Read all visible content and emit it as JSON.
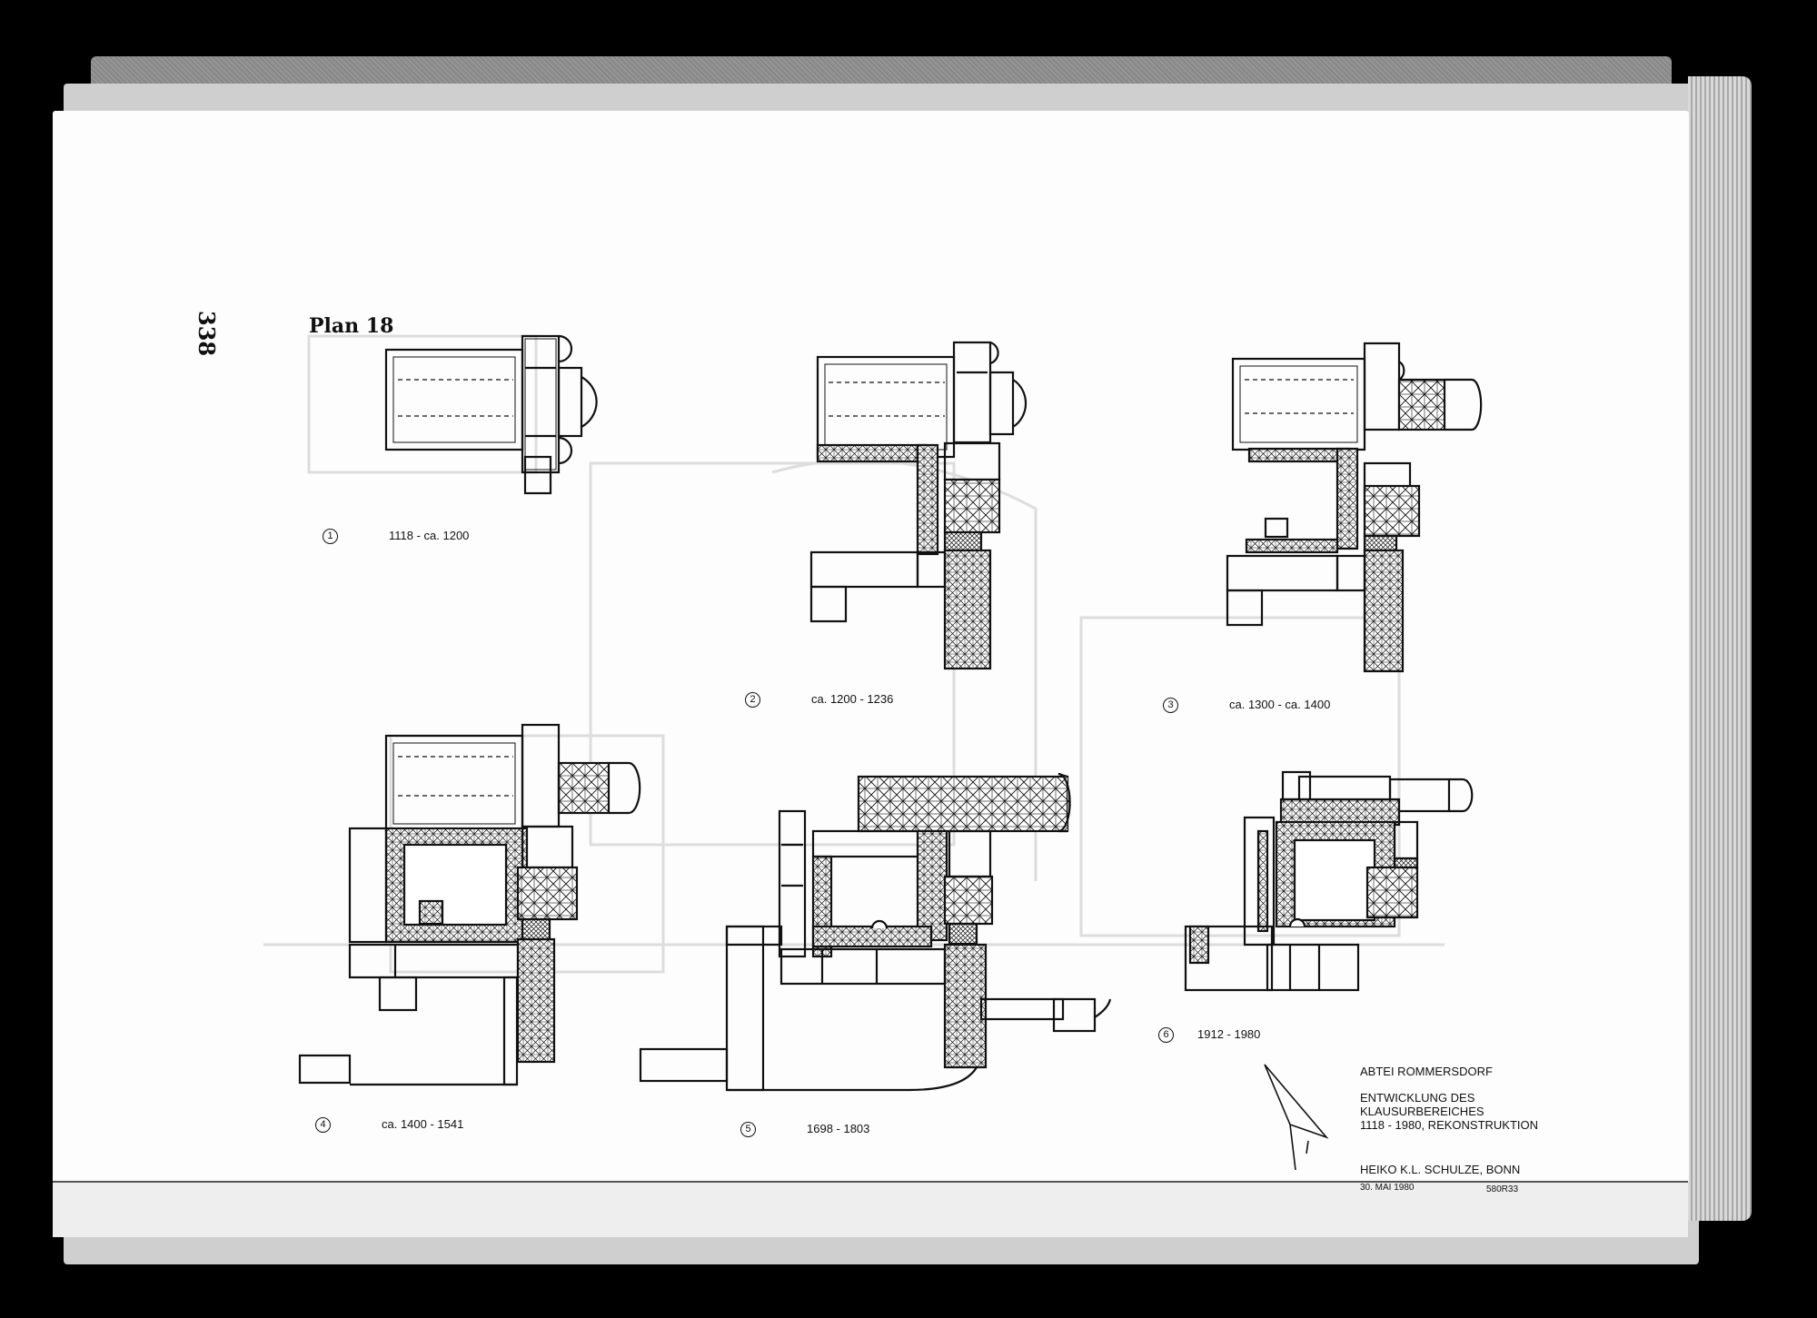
{
  "book": {
    "page_number": "338",
    "plan_title": "Plan 18"
  },
  "plans": [
    {
      "number": "1",
      "date": "1118 - ca. 1200"
    },
    {
      "number": "2",
      "date": "ca. 1200 - 1236"
    },
    {
      "number": "3",
      "date": "ca. 1300 - ca. 1400"
    },
    {
      "number": "4",
      "date": "ca. 1400 - 1541"
    },
    {
      "number": "5",
      "date": "1698 - 1803"
    },
    {
      "number": "6",
      "date": "1912 - 1980"
    }
  ],
  "title_block": {
    "line1": "ABTEI ROMMERSDORF",
    "line2": "ENTWICKLUNG DES",
    "line3": "KLAUSURBEREICHES",
    "line4": "1118 - 1980, REKONSTRUKTION",
    "author": "HEIKO K.L. SCHULZE, BONN",
    "date": "30. MAI 1980",
    "sheet_code": "580R33"
  },
  "colors": {
    "ink": "#111111",
    "paper": "#fdfdfd",
    "cover": "#8f8f8f"
  }
}
